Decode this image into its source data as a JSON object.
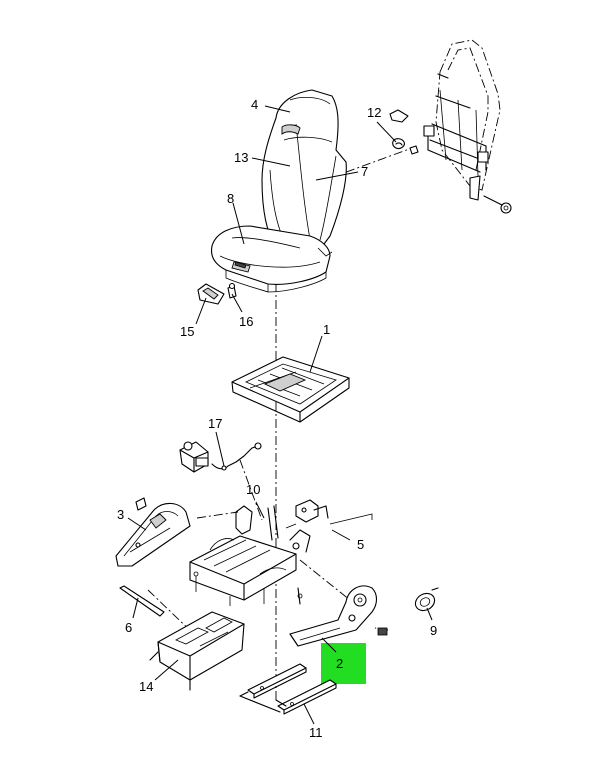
{
  "callouts": [
    {
      "id": "c1",
      "text": "1"
    },
    {
      "id": "c2",
      "text": "2"
    },
    {
      "id": "c3",
      "text": "3"
    },
    {
      "id": "c4",
      "text": "4"
    },
    {
      "id": "c5",
      "text": "5"
    },
    {
      "id": "c6",
      "text": "6"
    },
    {
      "id": "c7",
      "text": "7"
    },
    {
      "id": "c8",
      "text": "8"
    },
    {
      "id": "c9",
      "text": "9"
    },
    {
      "id": "c10",
      "text": "10"
    },
    {
      "id": "c11",
      "text": "11"
    },
    {
      "id": "c12",
      "text": "12"
    },
    {
      "id": "c13",
      "text": "13"
    },
    {
      "id": "c14",
      "text": "14"
    },
    {
      "id": "c15",
      "text": "15"
    },
    {
      "id": "c16",
      "text": "16"
    },
    {
      "id": "c17",
      "text": "17"
    }
  ],
  "highlight": {
    "callout": "2",
    "color": "#22dd22"
  }
}
